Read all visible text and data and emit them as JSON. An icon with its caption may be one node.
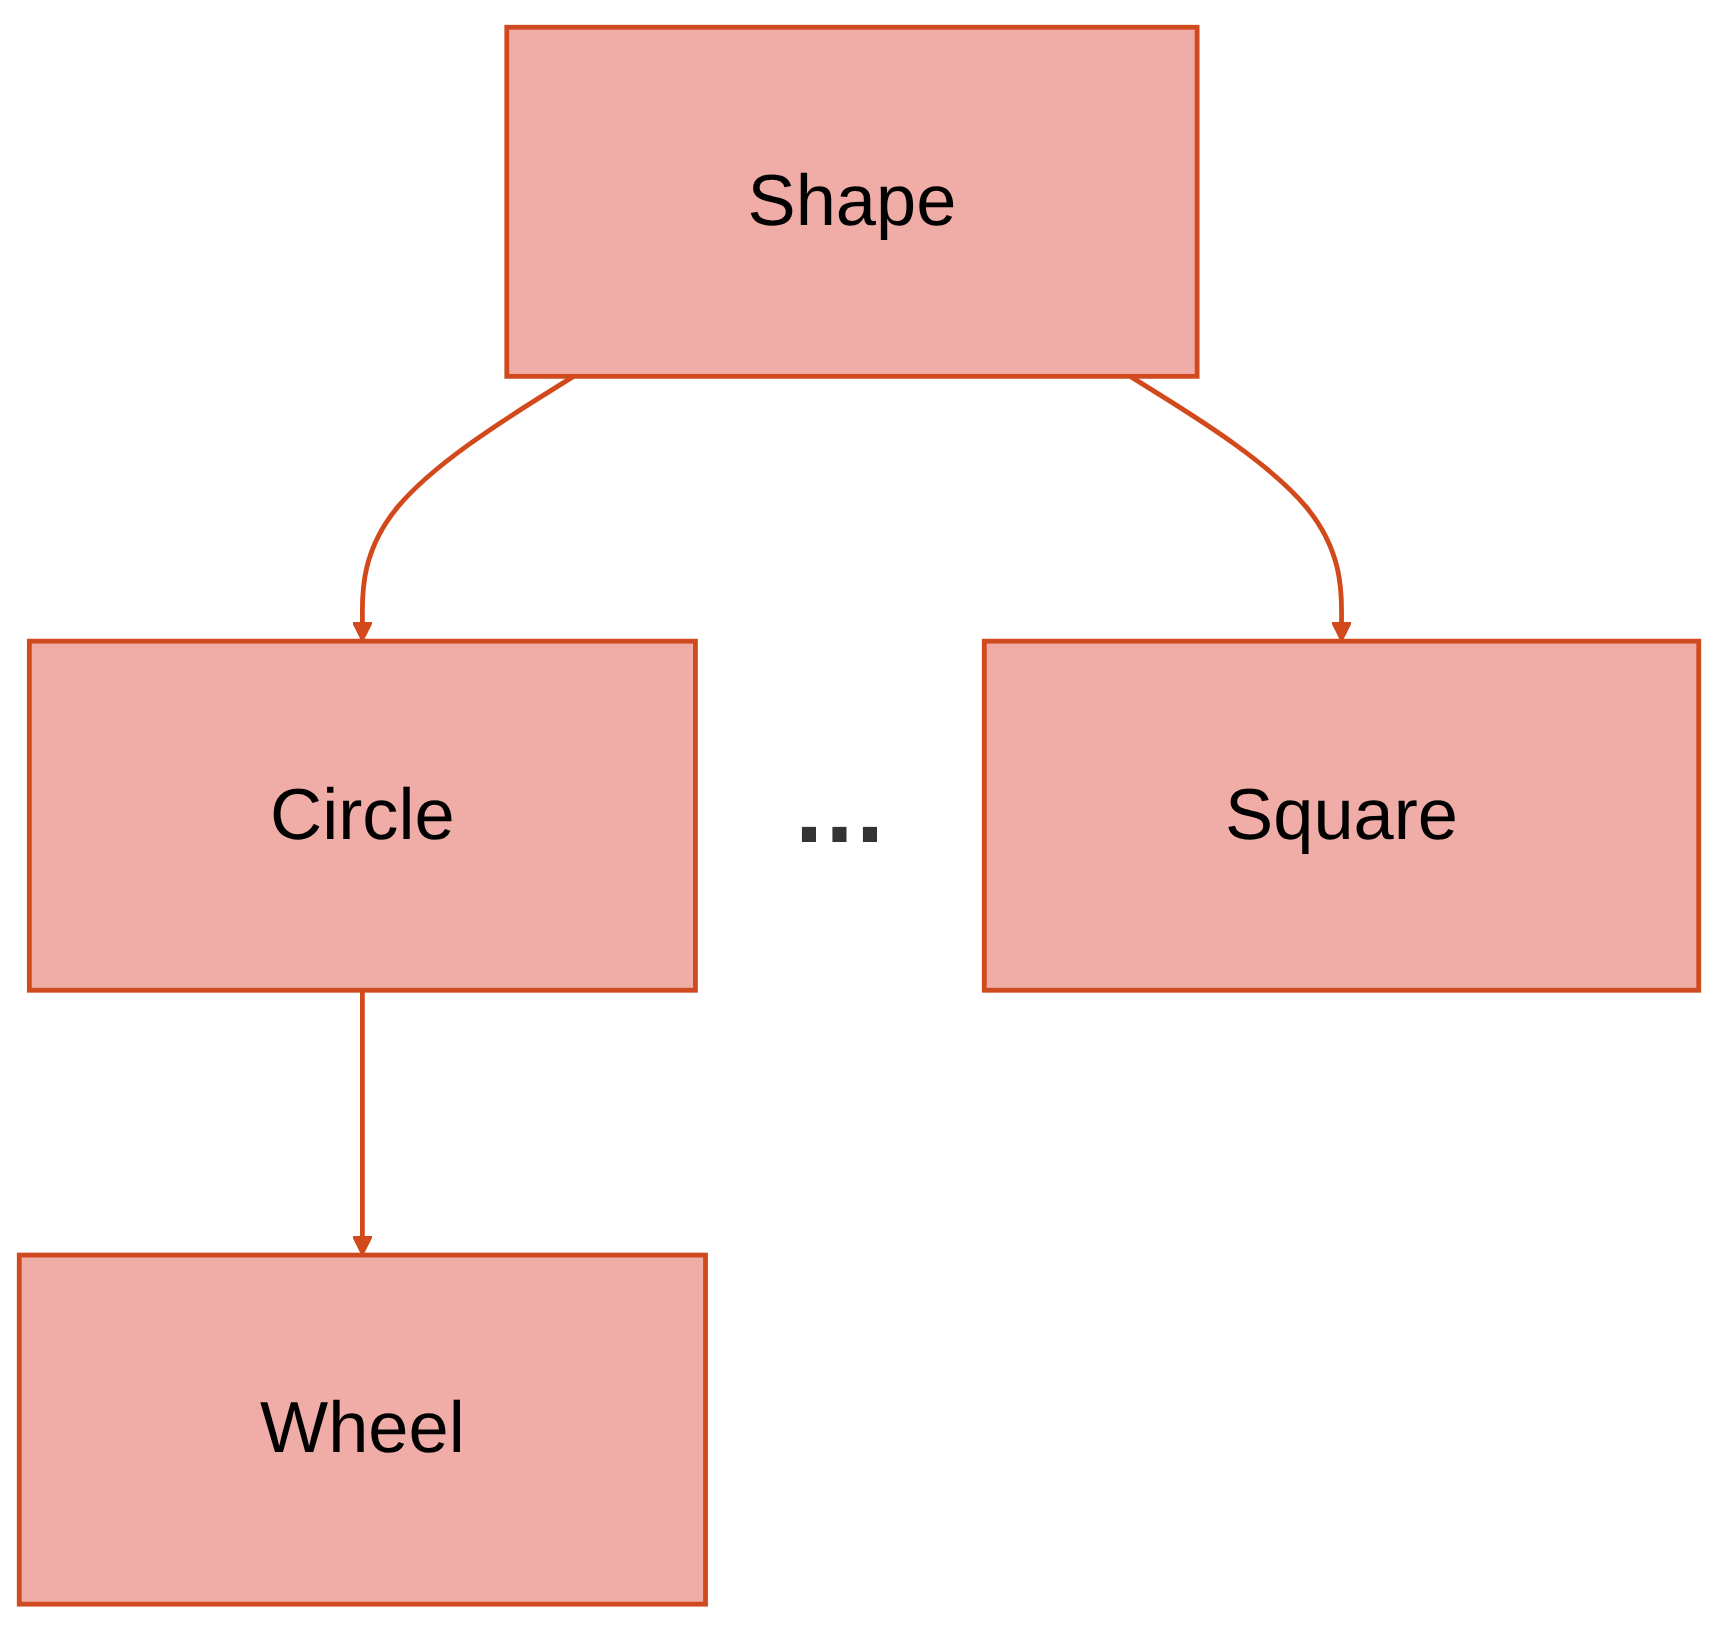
{
  "diagram": {
    "nodes": [
      {
        "text": [
          "Shape"
        ]
      },
      {
        "text": [
          "Circle"
        ]
      },
      {
        "text": [
          "Square"
        ]
      },
      {
        "text": [
          "Wheel"
        ]
      }
    ],
    "edges": [
      {
        "from": 0,
        "to": 1,
        "arrow": "to"
      },
      {
        "from": 0,
        "to": 2,
        "arrow": "to"
      },
      {
        "from": 1,
        "to": 3,
        "arrow": "to"
      }
    ],
    "labels": [
      "..."
    ]
  }
}
